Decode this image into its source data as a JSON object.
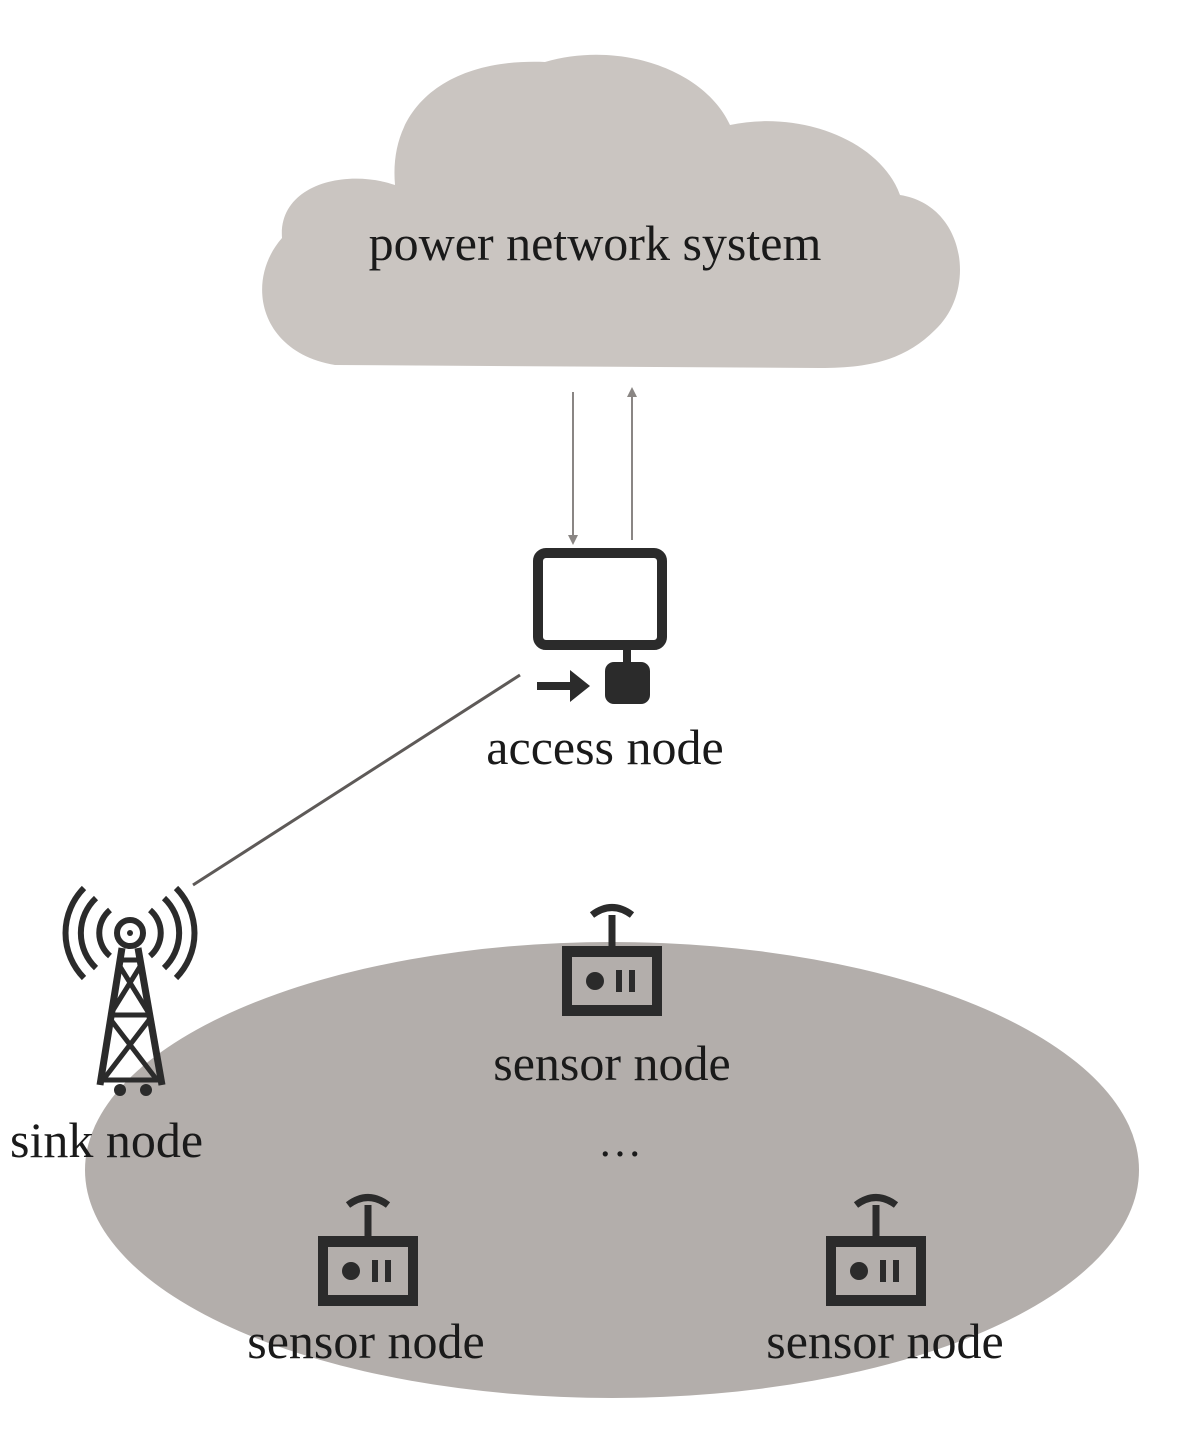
{
  "cloud": {
    "label": "power network system"
  },
  "access_node": {
    "label": "access node"
  },
  "sink_node": {
    "label": "sink node"
  },
  "sensor_nodes": [
    {
      "label": "sensor node"
    },
    {
      "label": "sensor node"
    },
    {
      "label": "sensor node"
    }
  ],
  "ellipsis": "…",
  "colors": {
    "cloud_fill": "#cac5c1",
    "field_fill": "#b3aeab",
    "icon": "#2b2b2b",
    "arrow": "#8a8684",
    "link": "#5e5a58"
  },
  "icons": {
    "access_node": "computer-terminal-icon",
    "sink_node": "radio-tower-icon",
    "sensor_node": "radio-device-icon"
  }
}
